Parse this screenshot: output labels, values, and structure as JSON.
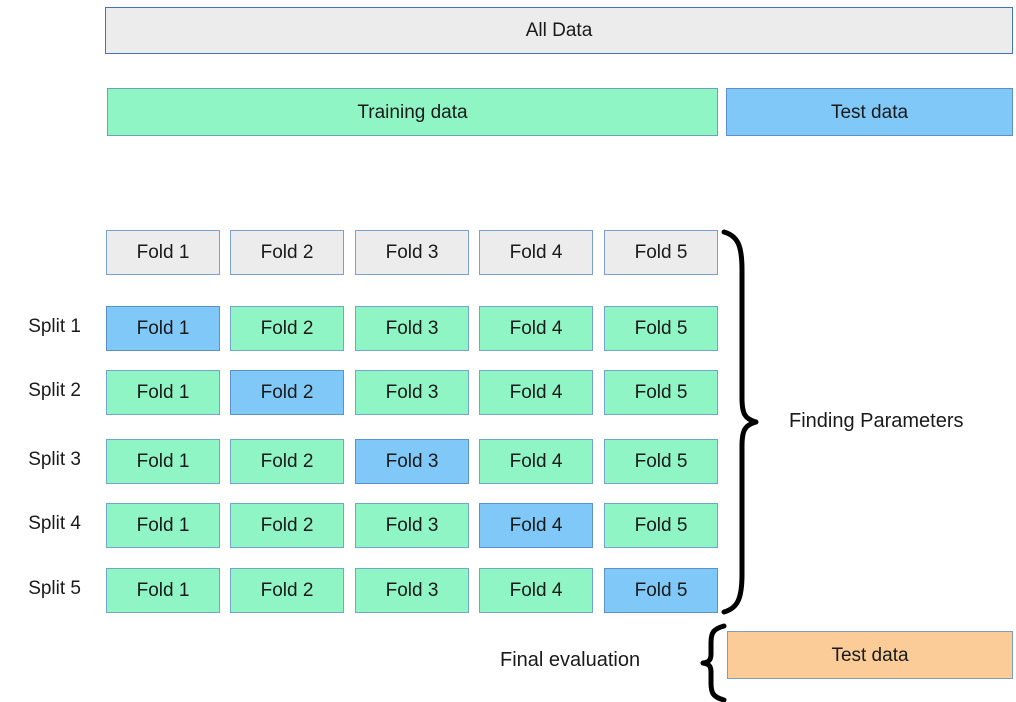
{
  "diagram": {
    "title_not_shown": "",
    "top": {
      "all_data": {
        "label": "All Data",
        "fill": "#ececec"
      },
      "training": {
        "label": "Training data",
        "fill": "#90f5c4"
      },
      "test": {
        "label": "Test data",
        "fill": "#80c8f8"
      }
    },
    "fold_header": {
      "labels": [
        "Fold 1",
        "Fold 2",
        "Fold 3",
        "Fold 4",
        "Fold 5"
      ],
      "fill": "#ececec"
    },
    "splits": [
      {
        "label": "Split 1",
        "cells": [
          {
            "label": "Fold 1",
            "role": "test"
          },
          {
            "label": "Fold 2",
            "role": "train"
          },
          {
            "label": "Fold 3",
            "role": "train"
          },
          {
            "label": "Fold 4",
            "role": "train"
          },
          {
            "label": "Fold 5",
            "role": "train"
          }
        ]
      },
      {
        "label": "Split 2",
        "cells": [
          {
            "label": "Fold 1",
            "role": "train"
          },
          {
            "label": "Fold 2",
            "role": "test"
          },
          {
            "label": "Fold 3",
            "role": "train"
          },
          {
            "label": "Fold 4",
            "role": "train"
          },
          {
            "label": "Fold 5",
            "role": "train"
          }
        ]
      },
      {
        "label": "Split 3",
        "cells": [
          {
            "label": "Fold 1",
            "role": "train"
          },
          {
            "label": "Fold 2",
            "role": "train"
          },
          {
            "label": "Fold 3",
            "role": "test"
          },
          {
            "label": "Fold 4",
            "role": "train"
          },
          {
            "label": "Fold 5",
            "role": "train"
          }
        ]
      },
      {
        "label": "Split 4",
        "cells": [
          {
            "label": "Fold 1",
            "role": "train"
          },
          {
            "label": "Fold 2",
            "role": "train"
          },
          {
            "label": "Fold 3",
            "role": "train"
          },
          {
            "label": "Fold 4",
            "role": "test"
          },
          {
            "label": "Fold 5",
            "role": "train"
          }
        ]
      },
      {
        "label": "Split 5",
        "cells": [
          {
            "label": "Fold 1",
            "role": "train"
          },
          {
            "label": "Fold 2",
            "role": "train"
          },
          {
            "label": "Fold 3",
            "role": "train"
          },
          {
            "label": "Fold 4",
            "role": "train"
          },
          {
            "label": "Fold 5",
            "role": "test"
          }
        ]
      }
    ],
    "annotations": {
      "finding_parameters": "Finding Parameters",
      "final_evaluation": "Final evaluation",
      "final_test_box": {
        "label": "Test data",
        "fill": "#fbcc98"
      }
    },
    "colors": {
      "train_green": "#90f5c4",
      "test_blue": "#80c8f8",
      "neutral_gray": "#ececec",
      "final_orange": "#fbcc98",
      "border_blue": "#6e8fbc",
      "text": "#1a1a1a"
    }
  }
}
